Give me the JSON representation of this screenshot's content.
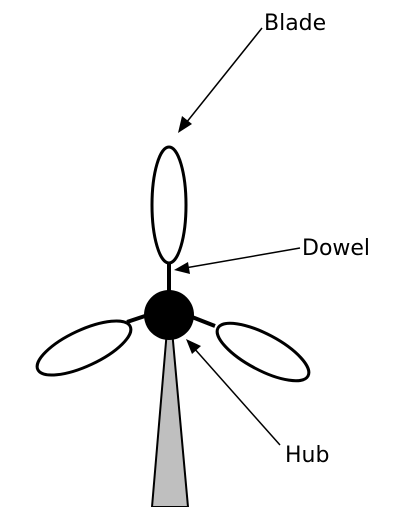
{
  "labels": {
    "blade": "Blade",
    "dowel": "Dowel",
    "hub": "Hub"
  },
  "colors": {
    "line": "#000000",
    "blade_fill": "#ffffff",
    "hub_fill": "#000000",
    "tower_fill": "#bfbfbf",
    "background": "#ffffff"
  }
}
